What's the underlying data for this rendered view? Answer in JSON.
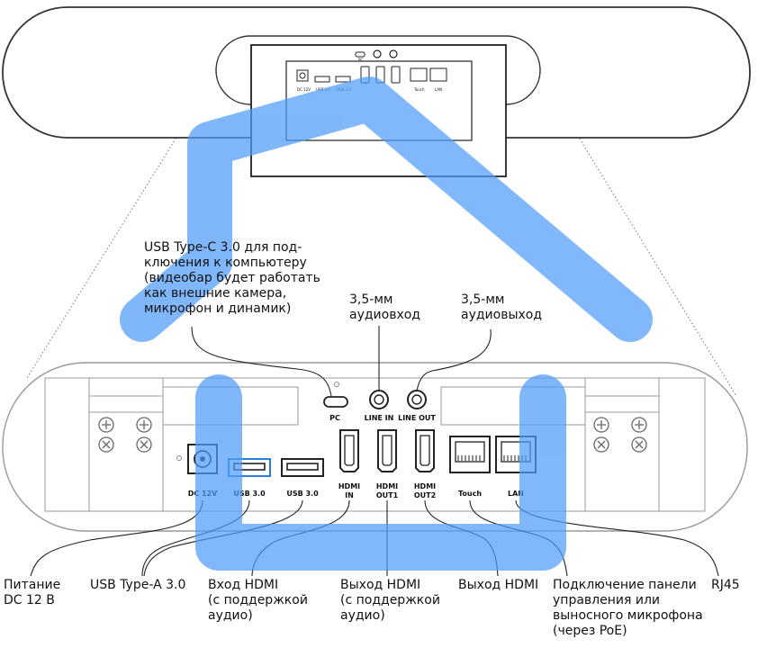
{
  "callouts": {
    "usb_c": "USB Type-C 3.0 для под-\nключения к компьютеру\n(видеобар будет работать\nкак внешние камера,\nмикрофон и динамик)",
    "audio_in": "3,5-мм\nаудиовход",
    "audio_out": "3,5-мм\nаудиовыход",
    "power": "Питание\nDC 12 В",
    "usb_a": "USB Type-A 3.0",
    "hdmi_in": "Вход HDMI\n(с поддержкой\nаудио)",
    "hdmi_out1": "Выход HDMI\n(с поддержкой\nаудио)",
    "hdmi_out2": "Выход HDMI",
    "touch": "Подключение панели\nуправления или\nвыносного микрофона\n(через PoE)",
    "lan": "RJ45"
  },
  "port_labels": {
    "pc": "PC",
    "line_in": "LINE IN",
    "line_out": "LINE OUT",
    "dc": "DC 12V",
    "usb1": "USB 3.0",
    "usb2": "USB 3.0",
    "hdmi_in": [
      "HDMI",
      "IN"
    ],
    "hdmi_out1": [
      "HDMI",
      "OUT1"
    ],
    "hdmi_out2": [
      "HDMI",
      "OUT2"
    ],
    "touch": "Touch",
    "lan": "LAN"
  },
  "colors": {
    "highlight": "#4f9cf9",
    "outline": "#222222",
    "light_outline": "#9a9a9a",
    "usb_accent": "#2a7de1"
  }
}
